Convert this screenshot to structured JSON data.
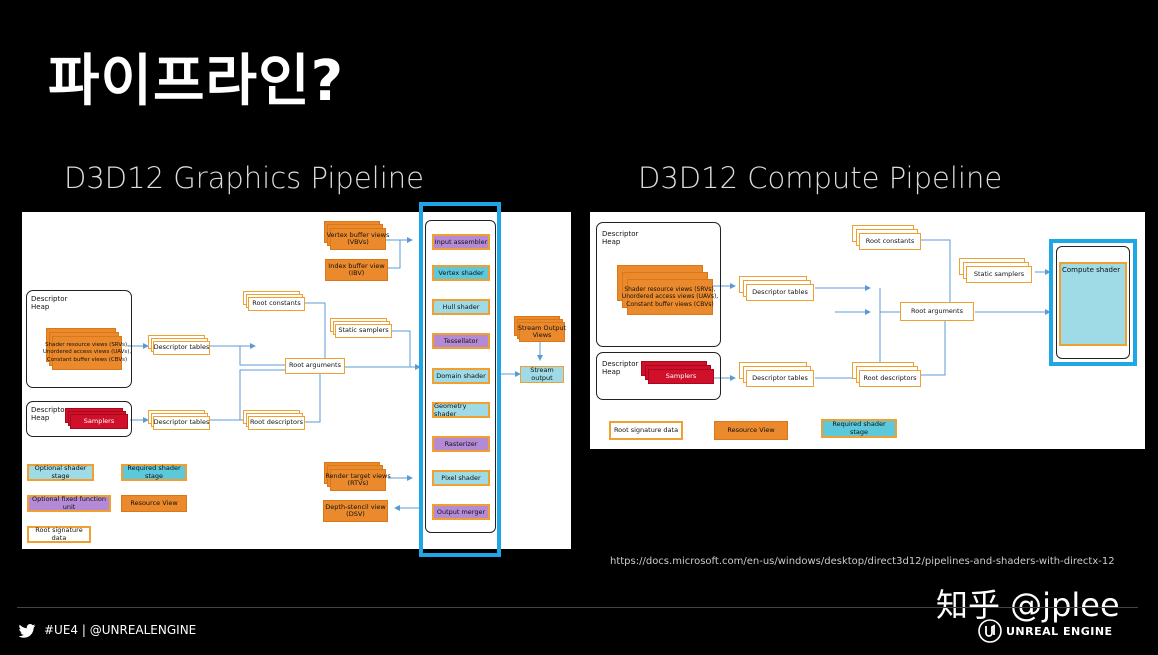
{
  "slide": {
    "title": "파이프라인?",
    "graphics_heading": "D3D12 Graphics Pipeline",
    "compute_heading": "D3D12 Compute Pipeline",
    "source_url": "https://docs.microsoft.com/en-us/windows/desktop/direct3d12/pipelines-and-shaders-with-directx-12",
    "watermark": "知乎 @jplee",
    "social": "#UE4 | @UNREALENGINE",
    "brand": "UNREAL ENGINE"
  },
  "graphics": {
    "descriptor_heap_1": "Descriptor\nHeap",
    "views_srv_uav_cbv": "Shader resource views (SRVs),\nUnordered access views (UAVs),\nConstant buffer views (CBVs)",
    "descriptor_heap_2": "Descriptor\nHeap",
    "samplers": "Samplers",
    "descriptor_tables_1": "Descriptor tables",
    "descriptor_tables_2": "Descriptor tables",
    "root_constants": "Root constants",
    "root_arguments": "Root arguments",
    "root_descriptors": "Root descriptors",
    "static_samplers": "Static samplers",
    "vertex_buffer_views": "Vertex buffer views\n(VBVs)",
    "index_buffer_view": "Index buffer view\n(IBV)",
    "render_target_views": "Render target views\n(RTVs)",
    "depth_stencil_view": "Depth-stencil view\n(DSV)",
    "stream_output_views": "Stream Output\nViews",
    "stream_output": "Stream output",
    "stages": [
      {
        "label": "Input assembler",
        "kind": "fixed"
      },
      {
        "label": "Vertex shader",
        "kind": "required"
      },
      {
        "label": "Hull shader",
        "kind": "optional"
      },
      {
        "label": "Tessellator",
        "kind": "fixed"
      },
      {
        "label": "Domain shader",
        "kind": "optional"
      },
      {
        "label": "Geometry shader",
        "kind": "optional"
      },
      {
        "label": "Rasterizer",
        "kind": "fixed"
      },
      {
        "label": "Pixel shader",
        "kind": "optional"
      },
      {
        "label": "Output merger",
        "kind": "fixed"
      }
    ],
    "legend": {
      "optional_shader_stage": "Optional shader stage",
      "required_shader_stage": "Required shader stage",
      "optional_fixed_function_unit": "Optional fixed function unit",
      "resource_view": "Resource View",
      "root_signature_data": "Root signature data"
    }
  },
  "compute": {
    "descriptor_heap_1": "Descriptor\nHeap",
    "views_srv_uav_cbv": "Shader resource views (SRVs),\nUnordered access views (UAVs),\nConstant buffer views (CBVs)",
    "descriptor_heap_2": "Descriptor\nHeap",
    "samplers": "Samplers",
    "descriptor_tables_1": "Descriptor tables",
    "descriptor_tables_2": "Descriptor tables",
    "root_constants": "Root constants",
    "root_arguments": "Root arguments",
    "root_descriptors": "Root descriptors",
    "static_samplers": "Static samplers",
    "compute_shader": "Compute shader",
    "legend": {
      "root_signature_data": "Root signature data",
      "resource_view": "Resource View",
      "required_shader_stage": "Required shader stage"
    }
  },
  "colors": {
    "highlight": "#1ea6e6",
    "orange": "#ea8a2c",
    "red": "#d0102a",
    "cyan": "#9fdbe6",
    "purple": "#b48ad6",
    "arrow": "#5b9bd5"
  }
}
